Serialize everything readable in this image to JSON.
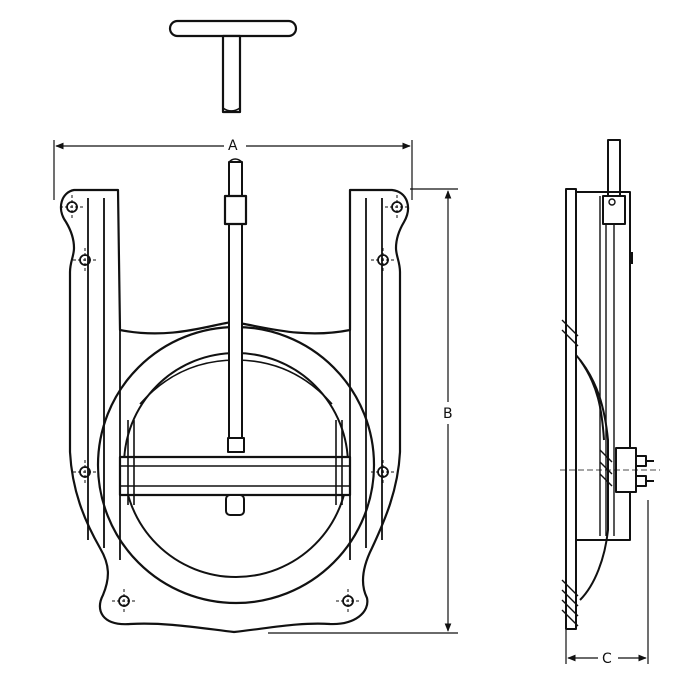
{
  "dimensions": {
    "a_label": "A",
    "b_label": "B",
    "c_label": "C"
  },
  "colors": {
    "ink": "#111111",
    "paper": "#ffffff"
  },
  "parts": [
    "t-handle-key-icon",
    "front-view",
    "side-view"
  ]
}
